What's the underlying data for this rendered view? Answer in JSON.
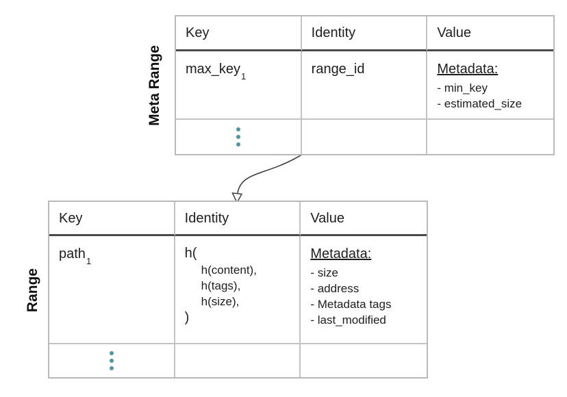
{
  "labels": {
    "meta_range": "Meta Range",
    "range": "Range"
  },
  "colors": {
    "background": "#ffffff",
    "grid_border": "#c3c3c3",
    "header_rule": "#4a4a4a",
    "text": "#1d1d1d",
    "ellipsis_dots": "#4f96a2",
    "arrow": "#3f3f3f"
  },
  "meta_range_table": {
    "headers": [
      "Key",
      "Identity",
      "Value"
    ],
    "row": {
      "key_base": "max_key",
      "key_sub": "1",
      "identity": "range_id",
      "value_title": "Metadata:",
      "value_items": [
        "- min_key",
        "- estimated_size"
      ]
    }
  },
  "range_table": {
    "headers": [
      "Key",
      "Identity",
      "Value"
    ],
    "row": {
      "key_base": "path",
      "key_sub": "1",
      "identity_open": "h(",
      "identity_args": [
        "h(content),",
        "h(tags),",
        "h(size),"
      ],
      "identity_close": ")",
      "value_title": "Metadata:",
      "value_items": [
        "- size",
        "- address",
        "- Metadata tags",
        "- last_modified"
      ]
    }
  }
}
